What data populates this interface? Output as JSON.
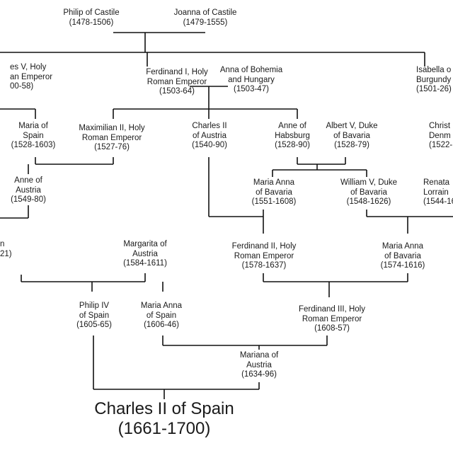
{
  "people": {
    "philip_castile": [
      "Philip of Castile",
      "(1478-1506)"
    ],
    "joanna_castile": [
      "Joanna of Castile",
      "(1479-1555)"
    ],
    "charles_v": [
      "es V, Holy",
      "an Emperor",
      "00-58)"
    ],
    "ferdinand_i": [
      "Ferdinand I, Holy",
      "Roman Emperor",
      "(1503-64)"
    ],
    "anna_bohemia": [
      "Anna of Bohemia",
      "and Hungary",
      "(1503-47)"
    ],
    "isabella_burgundy": [
      "Isabella o",
      "Burgundy",
      "(1501-26)"
    ],
    "maria_spain": [
      "Maria of",
      "Spain",
      "(1528-1603)"
    ],
    "maximilian_ii": [
      "Maximilian II, Holy",
      "Roman Emperor",
      "(1527-76)"
    ],
    "charles_ii_austria": [
      "Charles II",
      "of Austria",
      "(1540-90)"
    ],
    "anne_habsburg": [
      "Anne of",
      "Habsburg",
      "(1528-90)"
    ],
    "albert_v": [
      "Albert V, Duke",
      "of Bavaria",
      "(1528-79)"
    ],
    "christina_denmark": [
      "Christ",
      "Denm",
      "(1522-"
    ],
    "anne_austria": [
      "Anne of",
      "Austria",
      "(1549-80)"
    ],
    "maria_anna_bavaria_1": [
      "Maria Anna",
      "of Bavaria",
      "(1551-1608)"
    ],
    "william_v": [
      "William V, Duke",
      "of Bavaria",
      "(1548-1626)"
    ],
    "renata_lorraine": [
      "Renata",
      "Lorrain",
      "(1544-16"
    ],
    "left_partial": [
      "",
      "n",
      "21)"
    ],
    "margarita_austria": [
      "Margarita of",
      "Austria",
      "(1584-1611)"
    ],
    "ferdinand_ii": [
      "Ferdinand II, Holy",
      "Roman Emperor",
      "(1578-1637)"
    ],
    "maria_anna_bavaria_2": [
      "Maria Anna",
      "of Bavaria",
      "(1574-1616)"
    ],
    "philip_iv": [
      "Philip IV",
      "of Spain",
      "(1605-65)"
    ],
    "maria_anna_spain": [
      "Maria Anna",
      "of Spain",
      "(1606-46)"
    ],
    "ferdinand_iii": [
      "Ferdinand III, Holy",
      "Roman Emperor",
      "(1608-57)"
    ],
    "mariana_austria": [
      "Mariana of",
      "Austria",
      "(1634-96)"
    ],
    "charles_ii_spain": [
      "Charles II of Spain",
      "(1661-1700)"
    ]
  }
}
